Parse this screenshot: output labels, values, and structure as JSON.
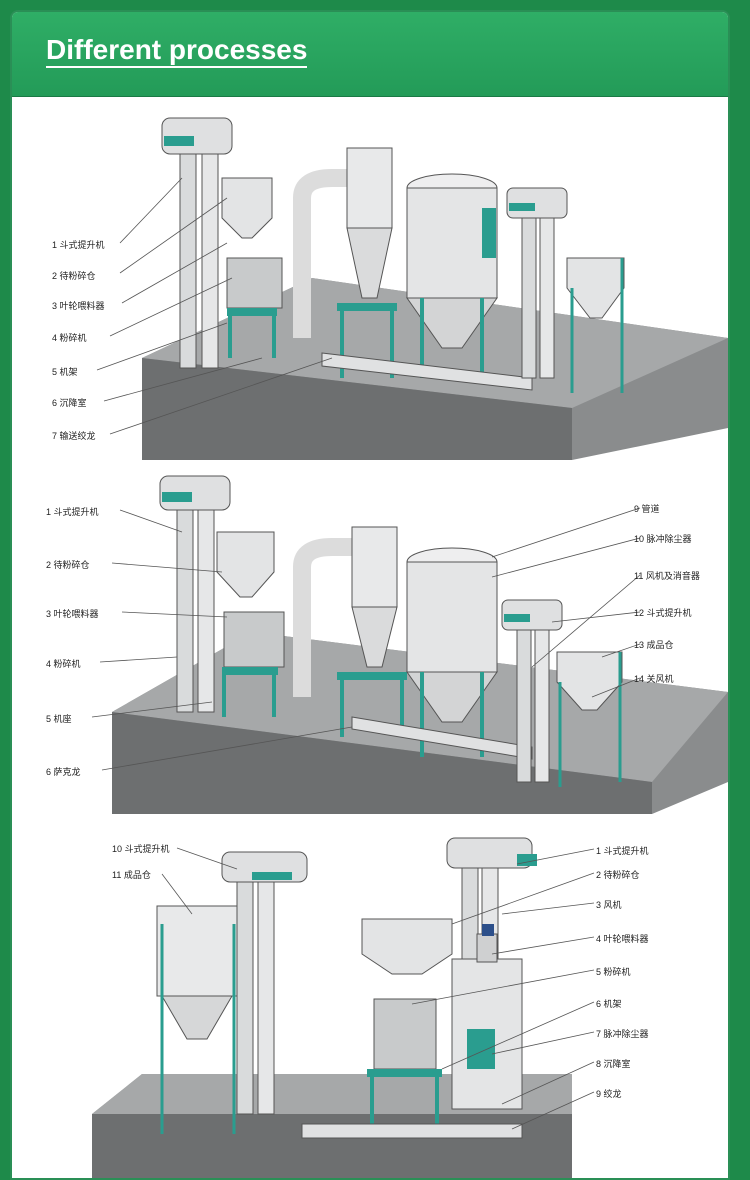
{
  "header": {
    "title": "Different processes"
  },
  "diagram1": {
    "labels": [
      "1 斗式提升机",
      "2 待粉碎仓",
      "3 叶轮喂料器",
      "4 粉碎机",
      "5 机架",
      "6 沉降室",
      "7 输送绞龙"
    ]
  },
  "diagram2": {
    "labels_left": [
      "1 斗式提升机",
      "2 待粉碎仓",
      "3 叶轮喂料器",
      "4 粉碎机",
      "5 机座",
      "6 萨克龙"
    ],
    "labels_right": [
      "9 管道",
      "10 脉冲除尘器",
      "11 风机及消音器",
      "12 斗式提升机",
      "13 成品仓",
      "14 关风机"
    ]
  },
  "diagram3": {
    "labels_left": [
      "10 斗式提升机",
      "11 成品仓"
    ],
    "labels_right": [
      "1 斗式提升机",
      "2 待粉碎仓",
      "3 风机",
      "4 叶轮喂料器",
      "5 粉碎机",
      "6 机架",
      "7 脉冲除尘器",
      "8 沉降室",
      "9 绞龙"
    ]
  },
  "colors": {
    "green": "#239b58",
    "teal": "#2a9d8f",
    "concrete": "#7d7f80"
  }
}
